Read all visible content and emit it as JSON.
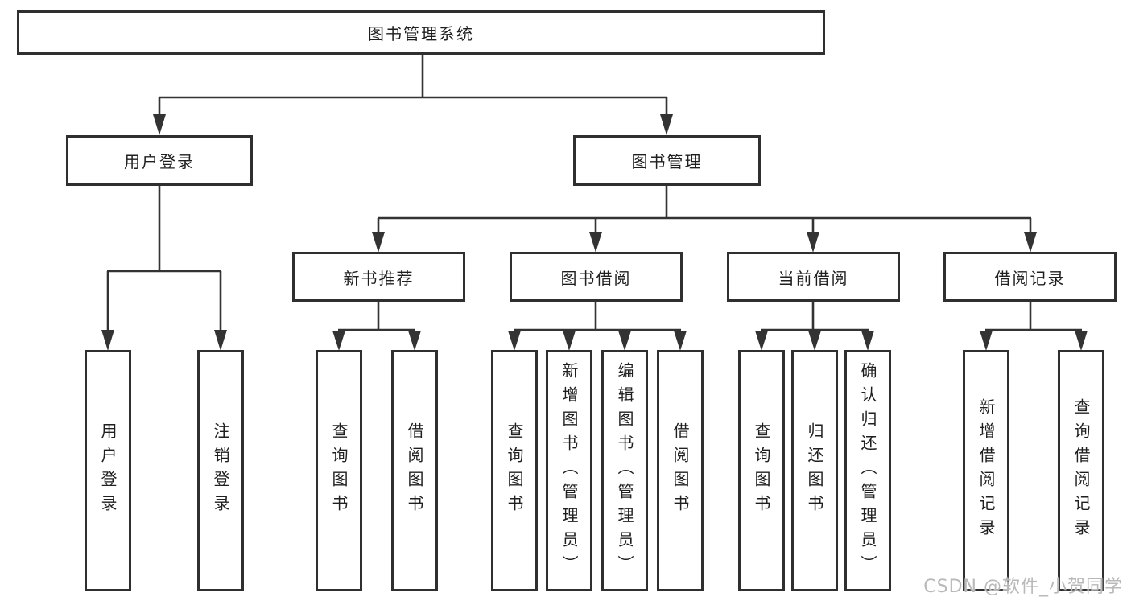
{
  "colors": {
    "line": "#333333",
    "border": "#2f2f2f",
    "text": "#1f1f1f",
    "bg": "#ffffff",
    "watermark": "#b9b9b9"
  },
  "tree": {
    "root": "图书管理系统",
    "branches": [
      {
        "label": "用户登录",
        "leaves": [
          "用户登录",
          "注销登录"
        ]
      },
      {
        "label": "图书管理",
        "groups": [
          {
            "label": "新书推荐",
            "leaves": [
              "查询图书",
              "借阅图书"
            ]
          },
          {
            "label": "图书借阅",
            "leaves": [
              "查询图书",
              "新增图书（管理员）",
              "编辑图书（管理员）",
              "借阅图书"
            ]
          },
          {
            "label": "当前借阅",
            "leaves": [
              "查询图书",
              "归还图书",
              "确认归还（管理员）"
            ]
          },
          {
            "label": "借阅记录",
            "leaves": [
              "新增借阅记录",
              "查询借阅记录"
            ]
          }
        ]
      }
    ]
  },
  "watermark": "CSDN @软件_小贺同学"
}
